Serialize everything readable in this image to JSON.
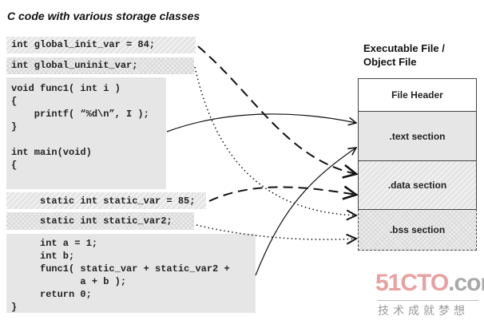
{
  "title": "C code with various storage classes",
  "code": {
    "global_init": "int global_init_var = 84;",
    "global_uninit": "int global_uninit_var;",
    "func1": "void func1( int i )\n{\n    printf( “%d\\n”, I );\n}\n\nint main(void)\n{",
    "static_var": "     static int static_var = 85;",
    "static_var2": "     static int static_var2;",
    "main_body": "     int a = 1;\n     int b;\n     func1( static_var + static_var2 +\n            a + b );\n     return 0;\n}"
  },
  "file": {
    "title": "Executable File /\nObject File",
    "sections": [
      "File Header",
      ".text section",
      ".data section",
      ".bss section"
    ]
  },
  "watermark": {
    "logo_a": "51CTO",
    "logo_b": ".com",
    "slogan": "技术成就梦想"
  }
}
